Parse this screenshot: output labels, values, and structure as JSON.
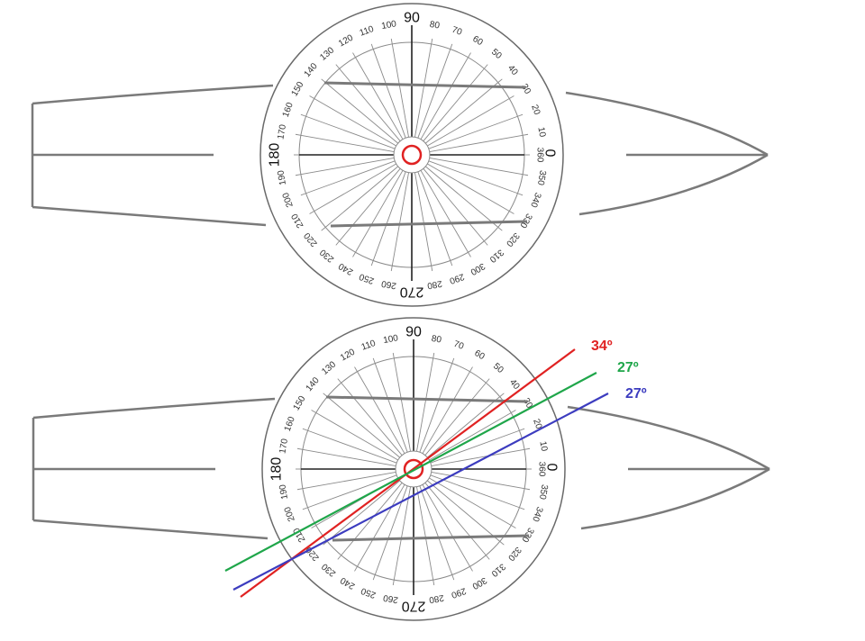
{
  "protractor": {
    "minor_labels": [
      "10",
      "20",
      "30",
      "40",
      "50",
      "60",
      "70",
      "80",
      "100",
      "110",
      "120",
      "130",
      "140",
      "150",
      "160",
      "170",
      "190",
      "200",
      "210",
      "220",
      "230",
      "240",
      "250",
      "260",
      "280",
      "290",
      "300",
      "310",
      "320",
      "330",
      "340",
      "350"
    ],
    "major_labels": {
      "deg0": "0",
      "deg90": "90",
      "deg180": "180",
      "deg270": "270",
      "deg360": "360"
    }
  },
  "angle_lines": [
    {
      "label": "34º",
      "angle_deg": 34,
      "color": "#e02222"
    },
    {
      "label": "27º",
      "angle_deg": 27,
      "color": "#1fa64a"
    },
    {
      "label": "27º",
      "angle_deg": 27,
      "color": "#3c3cbf"
    }
  ],
  "colors": {
    "ring": "#6a6a6a",
    "spokes": "#8a8a8a",
    "axes": "#222222",
    "hull": "#7a7a7a",
    "center_ring": "#e02222"
  }
}
